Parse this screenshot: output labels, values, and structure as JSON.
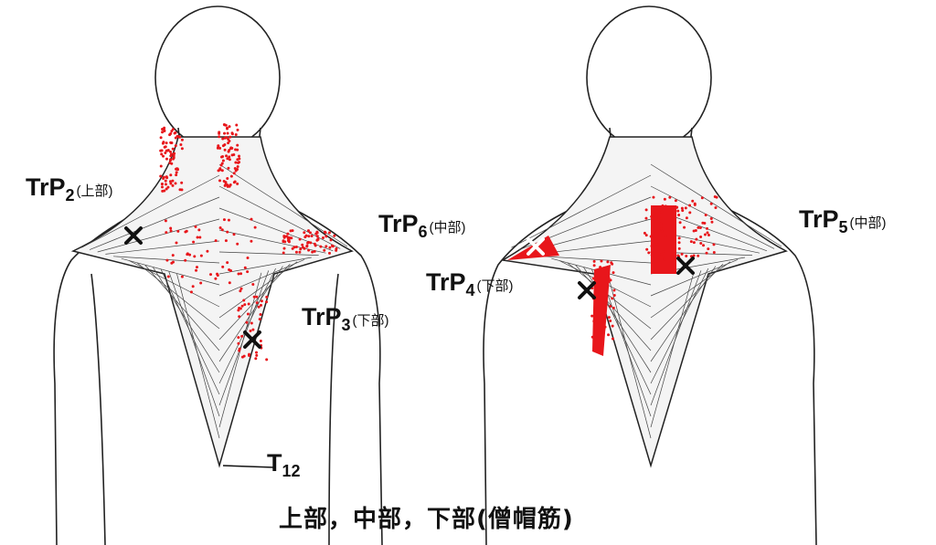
{
  "labels": {
    "trp2": {
      "prefix": "TrP",
      "num": "2",
      "part": "(上部)"
    },
    "trp3": {
      "prefix": "TrP",
      "num": "3",
      "part": "(下部)"
    },
    "trp4": {
      "prefix": "TrP",
      "num": "4",
      "part": "(下部)"
    },
    "trp5": {
      "prefix": "TrP",
      "num": "5",
      "part": "(中部)"
    },
    "trp6": {
      "prefix": "TrP",
      "num": "6",
      "part": "(中部)"
    },
    "t12": {
      "prefix": "T",
      "num": "12"
    }
  },
  "caption": "上部，中部，下部(僧帽筋)",
  "colors": {
    "referral": "#e8161b",
    "outline": "#222222",
    "marker": "#111111"
  }
}
